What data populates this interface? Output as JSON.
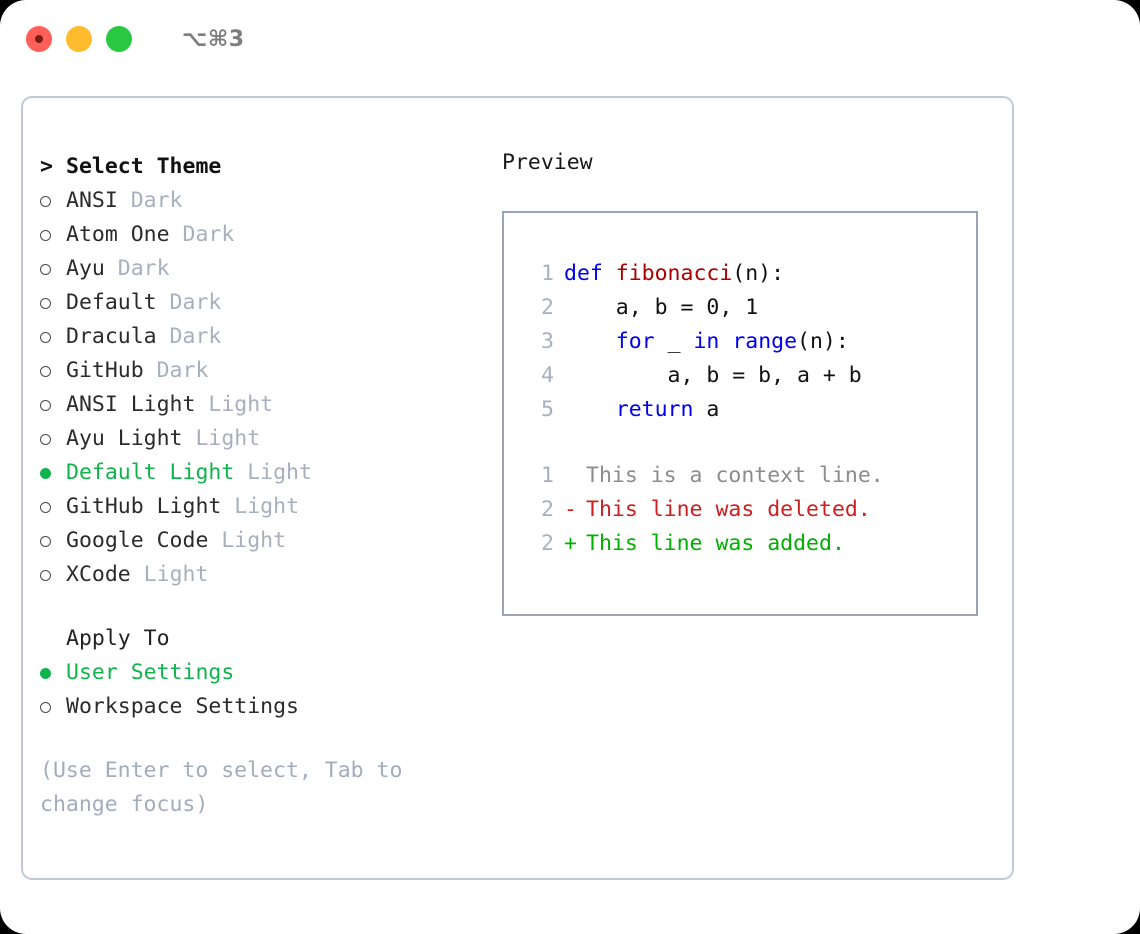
{
  "titlebar": {
    "shortcut": "⌥⌘3",
    "buttons": [
      "close",
      "minimize",
      "maximize"
    ]
  },
  "theme_panel": {
    "header_marker": ">",
    "header": "Select Theme",
    "items": [
      {
        "marker": "o",
        "name": "ANSI",
        "badge": "Dark",
        "selected": false
      },
      {
        "marker": "o",
        "name": "Atom One",
        "badge": "Dark",
        "selected": false
      },
      {
        "marker": "o",
        "name": "Ayu",
        "badge": "Dark",
        "selected": false
      },
      {
        "marker": "o",
        "name": "Default",
        "badge": "Dark",
        "selected": false
      },
      {
        "marker": "o",
        "name": "Dracula",
        "badge": "Dark",
        "selected": false
      },
      {
        "marker": "o",
        "name": "GitHub",
        "badge": "Dark",
        "selected": false
      },
      {
        "marker": "o",
        "name": "ANSI Light",
        "badge": "Light",
        "selected": false
      },
      {
        "marker": "o",
        "name": "Ayu Light",
        "badge": "Light",
        "selected": false
      },
      {
        "marker": "●",
        "name": "Default Light",
        "badge": "Light",
        "selected": true
      },
      {
        "marker": "o",
        "name": "GitHub Light",
        "badge": "Light",
        "selected": false
      },
      {
        "marker": "o",
        "name": "Google Code",
        "badge": "Light",
        "selected": false
      },
      {
        "marker": "o",
        "name": "XCode",
        "badge": "Light",
        "selected": false
      }
    ]
  },
  "apply_to": {
    "header": "Apply To",
    "options": [
      {
        "marker": "●",
        "label": "User Settings",
        "selected": true
      },
      {
        "marker": "o",
        "label": "Workspace Settings",
        "selected": false
      }
    ]
  },
  "hint": "(Use Enter to select, Tab to change focus)",
  "preview": {
    "title": "Preview",
    "code": [
      {
        "lno": "1",
        "tokens": [
          {
            "t": "def ",
            "c": "kw"
          },
          {
            "t": "fibonacci",
            "c": "fn"
          },
          {
            "t": "(n):",
            "c": "plain"
          }
        ]
      },
      {
        "lno": "2",
        "tokens": [
          {
            "t": "    a, b = 0, 1",
            "c": "plain"
          }
        ]
      },
      {
        "lno": "3",
        "tokens": [
          {
            "t": "    ",
            "c": "plain"
          },
          {
            "t": "for",
            "c": "kw"
          },
          {
            "t": " _ ",
            "c": "plain"
          },
          {
            "t": "in",
            "c": "kw"
          },
          {
            "t": " ",
            "c": "plain"
          },
          {
            "t": "range",
            "c": "kw"
          },
          {
            "t": "(n):",
            "c": "plain"
          }
        ]
      },
      {
        "lno": "4",
        "tokens": [
          {
            "t": "        a, b = b, a + b",
            "c": "plain"
          }
        ]
      },
      {
        "lno": "5",
        "tokens": [
          {
            "t": "    ",
            "c": "plain"
          },
          {
            "t": "return",
            "c": "kw"
          },
          {
            "t": " a",
            "c": "plain"
          }
        ]
      }
    ],
    "diff": [
      {
        "lno": "1",
        "sign": " ",
        "text": "This is a context line.",
        "kind": "d-ctx"
      },
      {
        "lno": "2",
        "sign": "-",
        "text": "This line was deleted.",
        "kind": "d-del"
      },
      {
        "lno": "2",
        "sign": "+",
        "text": "This line was added.",
        "kind": "d-add"
      }
    ]
  },
  "colors": {
    "accent_green": "#10b44c",
    "added": "#00b000",
    "deleted": "#cc2020",
    "keyword": "#0000ee",
    "function": "#aa0000",
    "muted": "#a8b0be",
    "border": "#9aa4b4",
    "panel_border": "#c3c9d4"
  }
}
